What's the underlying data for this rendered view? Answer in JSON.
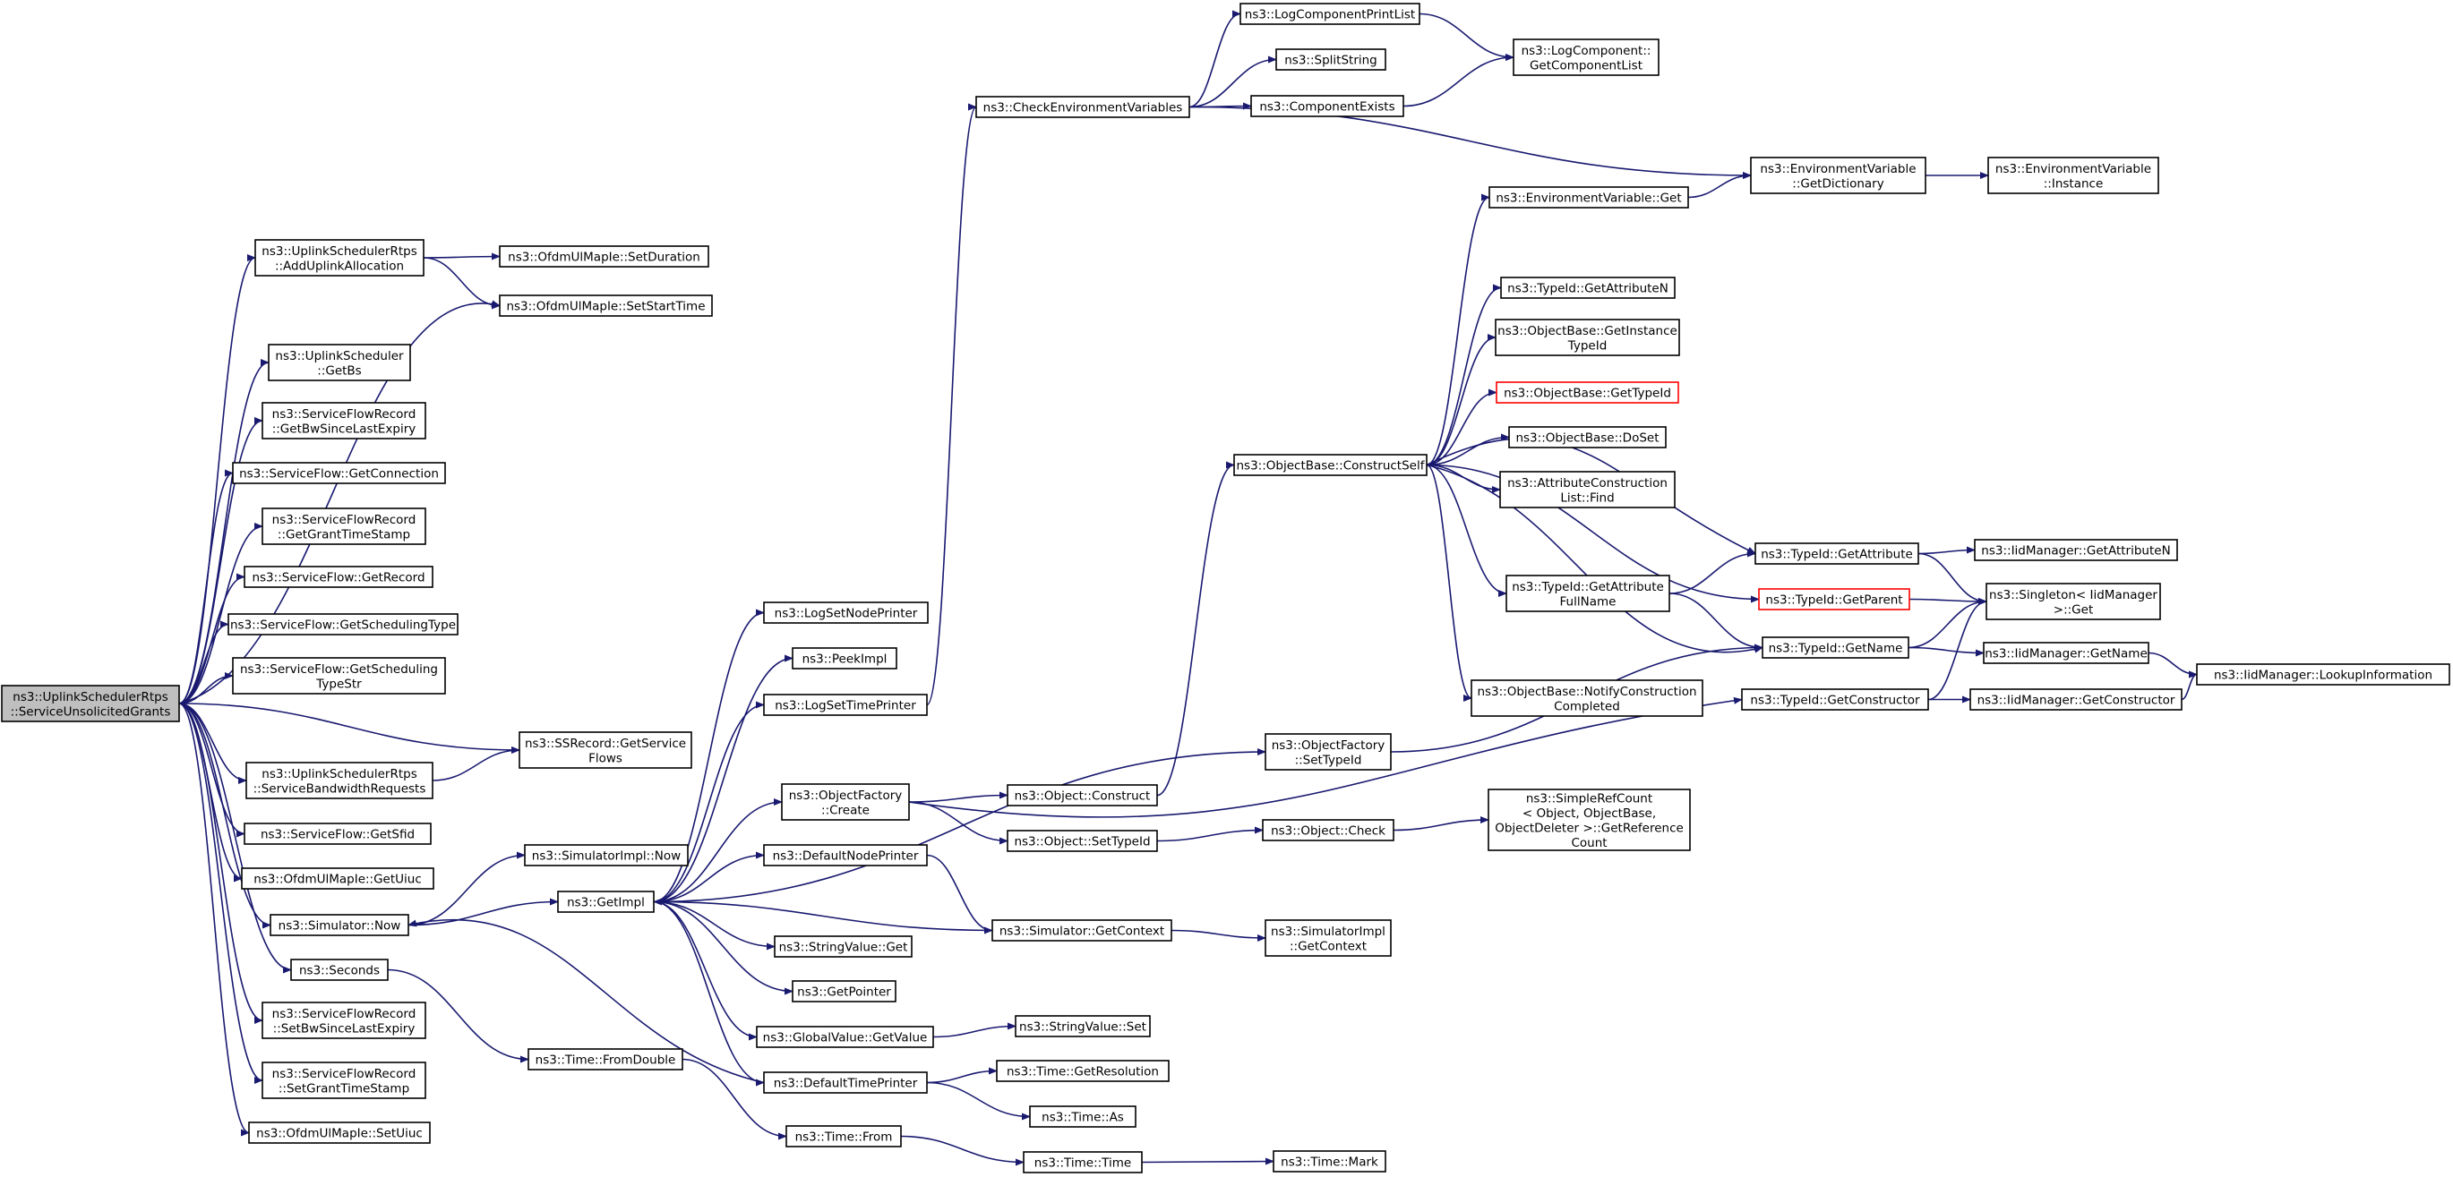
{
  "nodes": [
    {
      "id": "root",
      "lines": [
        "ns3::UplinkSchedulerRtps",
        "::ServiceUnsolicitedGrants"
      ],
      "style": "root"
    },
    {
      "id": "addUplink",
      "lines": [
        "ns3::UplinkSchedulerRtps",
        "::AddUplinkAllocation"
      ]
    },
    {
      "id": "setDuration",
      "lines": [
        "ns3::OfdmUlMapIe::SetDuration"
      ]
    },
    {
      "id": "setStartTime",
      "lines": [
        "ns3::OfdmUlMapIe::SetStartTime"
      ]
    },
    {
      "id": "getBs",
      "lines": [
        "ns3::UplinkScheduler",
        "::GetBs"
      ]
    },
    {
      "id": "getBwSince",
      "lines": [
        "ns3::ServiceFlowRecord",
        "::GetBwSinceLastExpiry"
      ]
    },
    {
      "id": "getConnection",
      "lines": [
        "ns3::ServiceFlow::GetConnection"
      ]
    },
    {
      "id": "getGrantTs",
      "lines": [
        "ns3::ServiceFlowRecord",
        "::GetGrantTimeStamp"
      ]
    },
    {
      "id": "getRecord",
      "lines": [
        "ns3::ServiceFlow::GetRecord"
      ]
    },
    {
      "id": "getSchedType",
      "lines": [
        "ns3::ServiceFlow::GetSchedulingType"
      ]
    },
    {
      "id": "getSchedTypeStr",
      "lines": [
        "ns3::ServiceFlow::GetScheduling",
        "TypeStr"
      ]
    },
    {
      "id": "ssGetSF",
      "lines": [
        "ns3::SSRecord::GetService",
        "Flows"
      ]
    },
    {
      "id": "serviceBwReq",
      "lines": [
        "ns3::UplinkSchedulerRtps",
        "::ServiceBandwidthRequests"
      ]
    },
    {
      "id": "getSfid",
      "lines": [
        "ns3::ServiceFlow::GetSfid"
      ]
    },
    {
      "id": "getUiuc",
      "lines": [
        "ns3::OfdmUlMapIe::GetUiuc"
      ]
    },
    {
      "id": "simNow",
      "lines": [
        "ns3::Simulator::Now"
      ]
    },
    {
      "id": "seconds",
      "lines": [
        "ns3::Seconds"
      ]
    },
    {
      "id": "setBwSince",
      "lines": [
        "ns3::ServiceFlowRecord",
        "::SetBwSinceLastExpiry"
      ]
    },
    {
      "id": "setGrantTs",
      "lines": [
        "ns3::ServiceFlowRecord",
        "::SetGrantTimeStamp"
      ]
    },
    {
      "id": "setUiuc",
      "lines": [
        "ns3::OfdmUlMapIe::SetUiuc"
      ]
    },
    {
      "id": "simImplNow",
      "lines": [
        "ns3::SimulatorImpl::Now"
      ]
    },
    {
      "id": "getImpl",
      "lines": [
        "ns3::GetImpl"
      ]
    },
    {
      "id": "fromDouble",
      "lines": [
        "ns3::Time::FromDouble"
      ]
    },
    {
      "id": "logSetNode",
      "lines": [
        "ns3::LogSetNodePrinter"
      ]
    },
    {
      "id": "peekImpl",
      "lines": [
        "ns3::PeekImpl"
      ]
    },
    {
      "id": "logSetTime",
      "lines": [
        "ns3::LogSetTimePrinter"
      ]
    },
    {
      "id": "ofCreate",
      "lines": [
        "ns3::ObjectFactory",
        "::Create"
      ]
    },
    {
      "id": "defNodePr",
      "lines": [
        "ns3::DefaultNodePrinter"
      ]
    },
    {
      "id": "strValGet",
      "lines": [
        "ns3::StringValue::Get"
      ]
    },
    {
      "id": "getPointer",
      "lines": [
        "ns3::GetPointer"
      ]
    },
    {
      "id": "gvGetValue",
      "lines": [
        "ns3::GlobalValue::GetValue"
      ]
    },
    {
      "id": "defTimePr",
      "lines": [
        "ns3::DefaultTimePrinter"
      ]
    },
    {
      "id": "timeFrom",
      "lines": [
        "ns3::Time::From"
      ]
    },
    {
      "id": "checkEnv",
      "lines": [
        "ns3::CheckEnvironmentVariables"
      ]
    },
    {
      "id": "objConstruct",
      "lines": [
        "ns3::Object::Construct"
      ]
    },
    {
      "id": "objSetTypeId",
      "lines": [
        "ns3::Object::SetTypeId"
      ]
    },
    {
      "id": "simGetCtx",
      "lines": [
        "ns3::Simulator::GetContext"
      ]
    },
    {
      "id": "strValSet",
      "lines": [
        "ns3::StringValue::Set"
      ]
    },
    {
      "id": "timeGetRes",
      "lines": [
        "ns3::Time::GetResolution"
      ]
    },
    {
      "id": "timeAs",
      "lines": [
        "ns3::Time::As"
      ]
    },
    {
      "id": "timeTime",
      "lines": [
        "ns3::Time::Time"
      ]
    },
    {
      "id": "logCompPrint",
      "lines": [
        "ns3::LogComponentPrintList"
      ]
    },
    {
      "id": "splitString",
      "lines": [
        "ns3::SplitString"
      ]
    },
    {
      "id": "compExists",
      "lines": [
        "ns3::ComponentExists"
      ]
    },
    {
      "id": "obConstructSelf",
      "lines": [
        "ns3::ObjectBase::ConstructSelf"
      ]
    },
    {
      "id": "ofSetTypeId",
      "lines": [
        "ns3::ObjectFactory",
        "::SetTypeId"
      ]
    },
    {
      "id": "objCheck",
      "lines": [
        "ns3::Object::Check"
      ]
    },
    {
      "id": "simImplGetCtx",
      "lines": [
        "ns3::SimulatorImpl",
        "::GetContext"
      ]
    },
    {
      "id": "timeMark",
      "lines": [
        "ns3::Time::Mark"
      ]
    },
    {
      "id": "logCompGetList",
      "lines": [
        "ns3::LogComponent::",
        "GetComponentList"
      ]
    },
    {
      "id": "envVarGet",
      "lines": [
        "ns3::EnvironmentVariable::Get"
      ]
    },
    {
      "id": "tidGetAttrN",
      "lines": [
        "ns3::TypeId::GetAttributeN"
      ]
    },
    {
      "id": "obGetInstTid",
      "lines": [
        "ns3::ObjectBase::GetInstance",
        "TypeId"
      ]
    },
    {
      "id": "obGetTid",
      "lines": [
        "ns3::ObjectBase::GetTypeId"
      ],
      "style": "red"
    },
    {
      "id": "obDoSet",
      "lines": [
        "ns3::ObjectBase::DoSet"
      ]
    },
    {
      "id": "acListFind",
      "lines": [
        "ns3::AttributeConstruction",
        "List::Find"
      ]
    },
    {
      "id": "tidGetAttrFull",
      "lines": [
        "ns3::TypeId::GetAttribute",
        "FullName"
      ]
    },
    {
      "id": "obNotify",
      "lines": [
        "ns3::ObjectBase::NotifyConstruction",
        "Completed"
      ]
    },
    {
      "id": "srcGetRef",
      "lines": [
        "ns3::SimpleRefCount",
        "< Object, ObjectBase,",
        "ObjectDeleter >::GetReference",
        "Count"
      ]
    },
    {
      "id": "envGetDict",
      "lines": [
        "ns3::EnvironmentVariable",
        "::GetDictionary"
      ]
    },
    {
      "id": "tidGetAttr",
      "lines": [
        "ns3::TypeId::GetAttribute"
      ]
    },
    {
      "id": "tidGetParent",
      "lines": [
        "ns3::TypeId::GetParent"
      ],
      "style": "red"
    },
    {
      "id": "tidGetName",
      "lines": [
        "ns3::TypeId::GetName"
      ]
    },
    {
      "id": "tidGetCtor",
      "lines": [
        "ns3::TypeId::GetConstructor"
      ]
    },
    {
      "id": "envInstance",
      "lines": [
        "ns3::EnvironmentVariable",
        "::Instance"
      ]
    },
    {
      "id": "iidGetAttrN",
      "lines": [
        "ns3::IidManager::GetAttributeN"
      ]
    },
    {
      "id": "singletonGet",
      "lines": [
        "ns3::Singleton< IidManager",
        ">::Get"
      ]
    },
    {
      "id": "iidGetName",
      "lines": [
        "ns3::IidManager::GetName"
      ]
    },
    {
      "id": "iidGetCtor",
      "lines": [
        "ns3::IidManager::GetConstructor"
      ]
    },
    {
      "id": "iidLookup",
      "lines": [
        "ns3::IidManager::LookupInformation"
      ]
    }
  ]
}
